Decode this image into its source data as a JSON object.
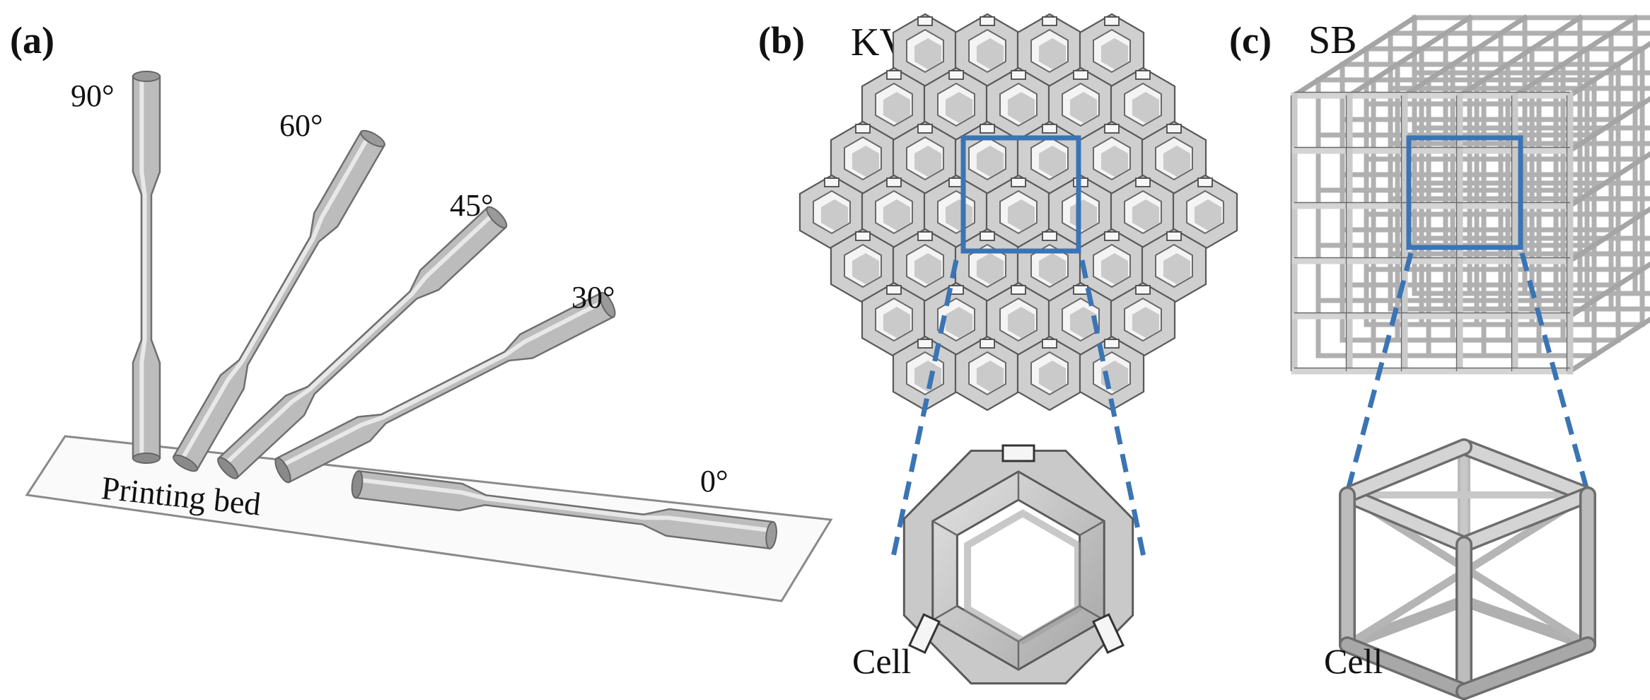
{
  "panels": {
    "a": {
      "tag": "(a)",
      "angles": [
        "90°",
        "60°",
        "45°",
        "30°",
        "0°"
      ],
      "bed_label": "Printing bed"
    },
    "b": {
      "tag": "(b)",
      "name": "KV",
      "cell_label": "Cell"
    },
    "c": {
      "tag": "(c)",
      "name": "SB",
      "cell_label": "Cell"
    }
  },
  "colors": {
    "text": "#111111",
    "accent_blue": "#3b74b4",
    "metal_light": "#d9d9d9",
    "metal_mid": "#b3b3b3",
    "metal_dark": "#7e7e7e",
    "outline": "#555555"
  }
}
